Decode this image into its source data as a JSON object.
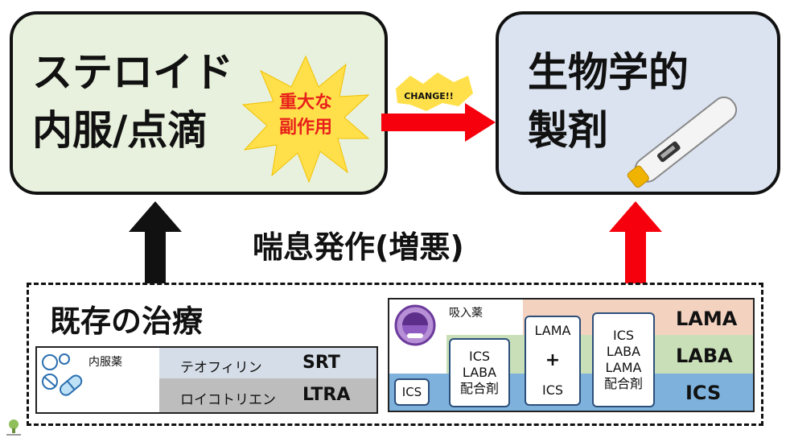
{
  "left_box": {
    "line1": "ステロイド",
    "line2": "内服/点滴"
  },
  "burst": {
    "line1": "重大な",
    "line2": "副作用"
  },
  "change_label": "CHANGE!!",
  "right_box": {
    "line1": "生物学的",
    "line2": "製剤"
  },
  "exacerbation": "喘息発作(増悪)",
  "existing_title": "既存の治療",
  "oral": {
    "label": "内服薬",
    "rows": [
      {
        "drug": "テオフィリン",
        "abbr": "SRT"
      },
      {
        "drug": "ロイコトリエン",
        "abbr": "LTRA"
      }
    ]
  },
  "inhaled": {
    "label": "吸入薬",
    "ics": "ICS",
    "combo2": [
      "ICS",
      "LABA",
      "配合剤"
    ],
    "lama_top": "LAMA",
    "plus": "+",
    "ics2": "ICS",
    "combo3": [
      "ICS",
      "LABA",
      "LAMA",
      "配合剤"
    ],
    "legend": [
      "LAMA",
      "LABA",
      "ICS"
    ]
  },
  "colors": {
    "left_bg": "#e8f1dd",
    "right_bg": "#dbe3f0",
    "red": "#f5000c",
    "burst": "#ffe04a",
    "lama": "#f3d2c0",
    "laba": "#c9dfb8",
    "ics": "#7eb2dd",
    "row1": "#d5dde8",
    "row2": "#bdbdbd"
  }
}
